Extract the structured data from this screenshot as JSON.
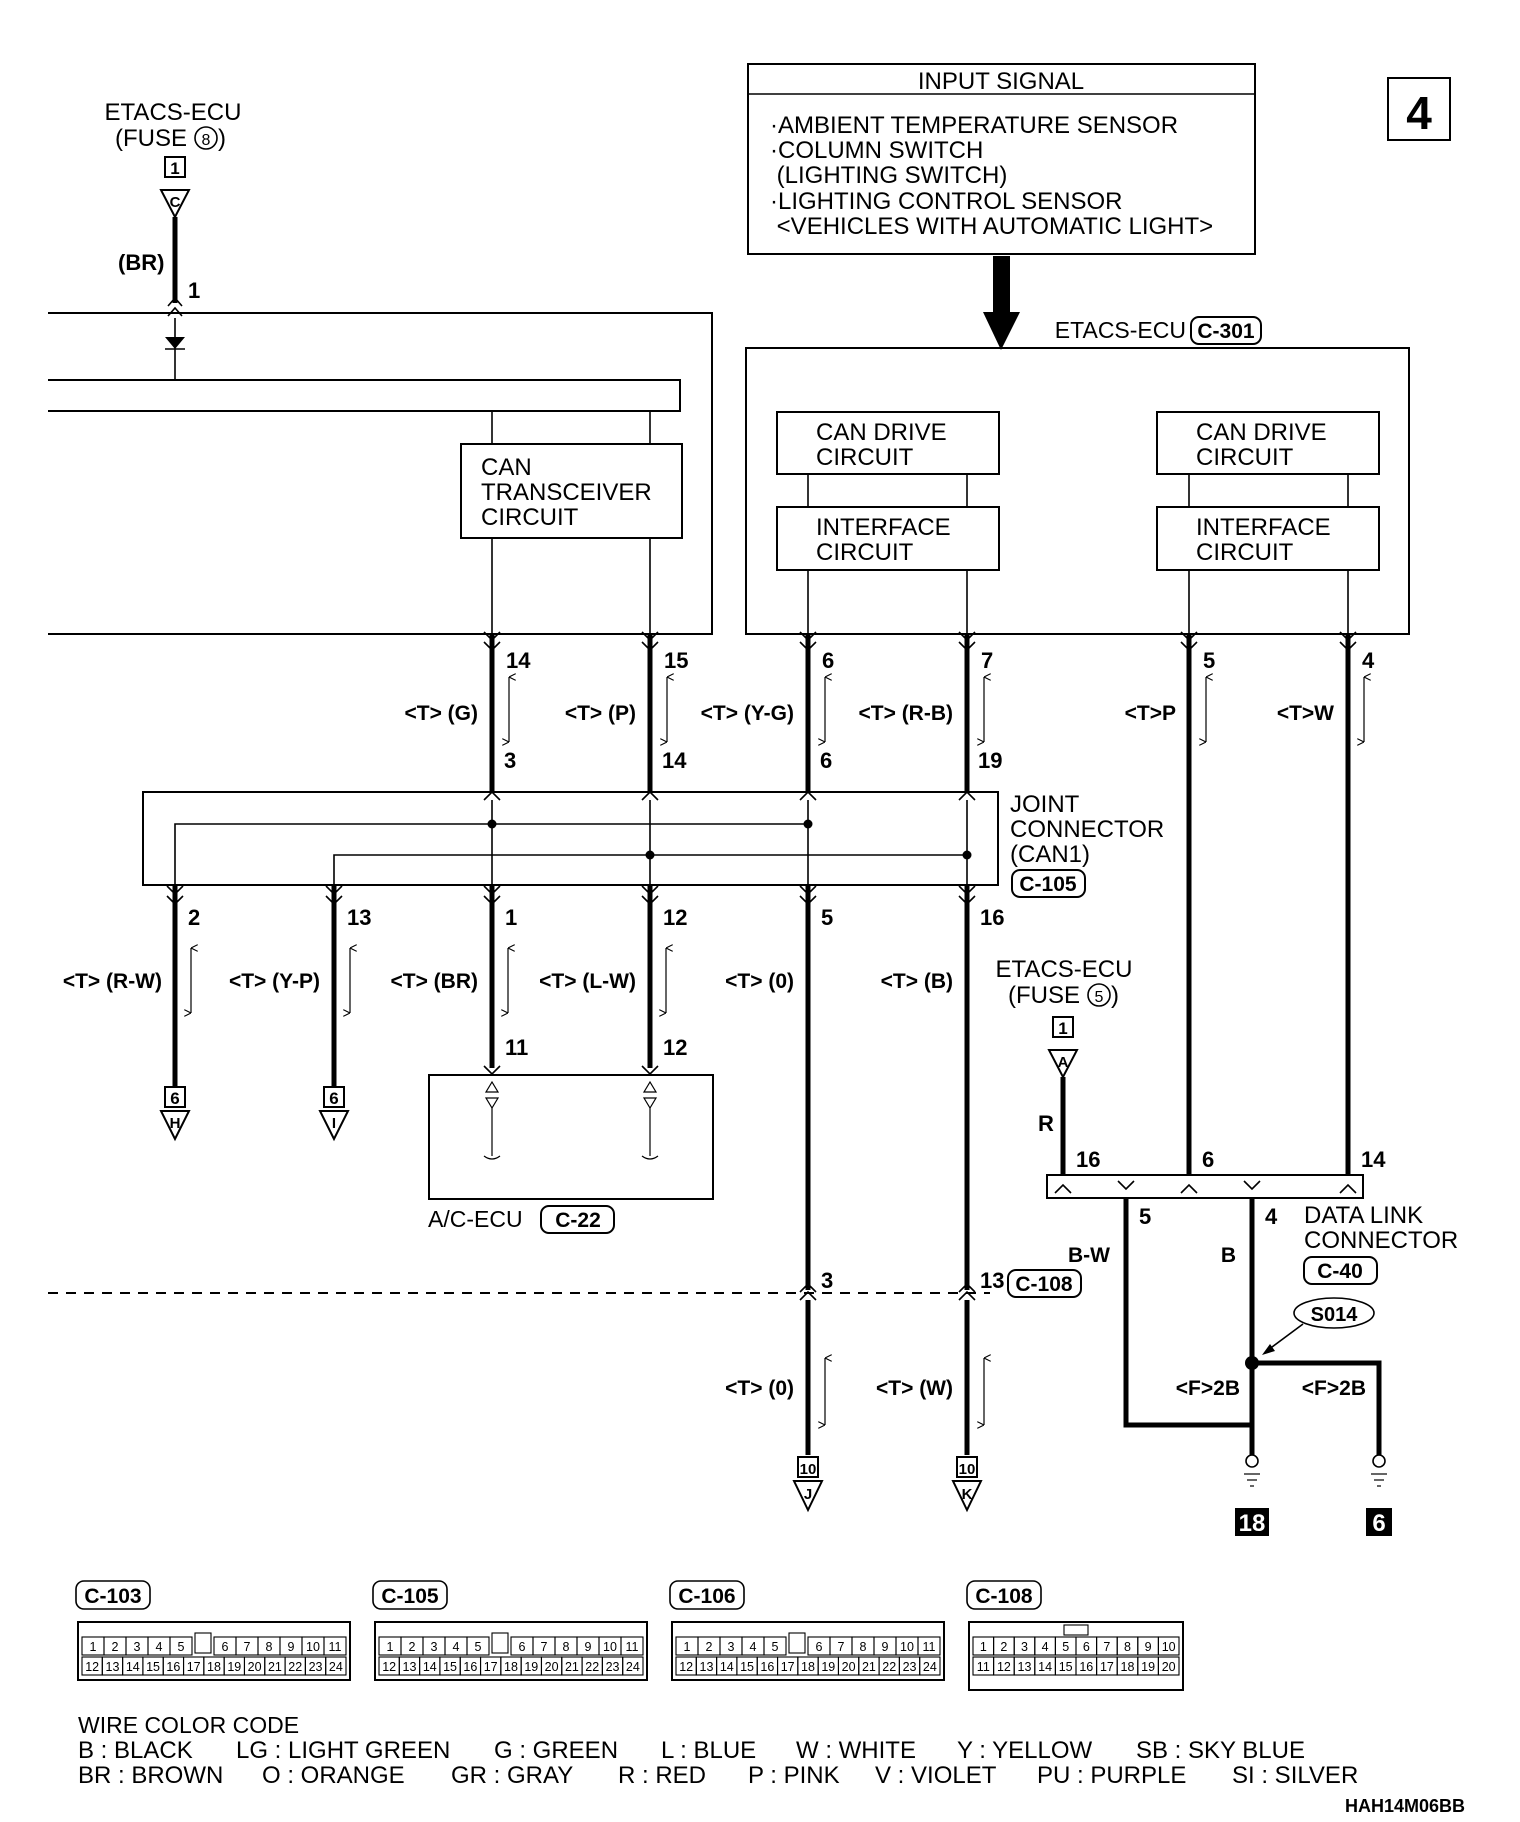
{
  "page_number": "4",
  "input_signal": {
    "title": "INPUT SIGNAL",
    "lines": [
      "·AMBIENT TEMPERATURE SENSOR",
      "·COLUMN SWITCH",
      " (LIGHTING SWITCH)",
      "·LIGHTING CONTROL SENSOR",
      " <VEHICLES WITH AUTOMATIC LIGHT>"
    ]
  },
  "fuse_top": {
    "ecu": "ETACS-ECU",
    "fuse": "(FUSE",
    "fuse_num": "8",
    "fuse_close": ")",
    "conn_num": "1",
    "conn_letter": "C",
    "wire": "(BR)",
    "pin": "1"
  },
  "can_transceiver": [
    "CAN",
    "TRANSCEIVER",
    "CIRCUIT"
  ],
  "etacs_ecu": {
    "label": "ETACS-ECU",
    "connector": "C-301"
  },
  "can_drive": [
    "CAN DRIVE",
    "CIRCUIT"
  ],
  "interface": [
    "INTERFACE",
    "CIRCUIT"
  ],
  "upper_pins": [
    "14",
    "15",
    "6",
    "7",
    "5",
    "4"
  ],
  "upper_wires": [
    "<T> (G)",
    "<T> (P)",
    "<T> (Y-G)",
    "<T> (R-B)",
    "<T>P",
    "<T>W"
  ],
  "joint_top_pins": [
    "3",
    "14",
    "6",
    "19"
  ],
  "joint_connector": {
    "lines": [
      "JOINT",
      "CONNECTOR",
      "(CAN1)"
    ],
    "connector": "C-105"
  },
  "joint_bottom_pins": [
    "2",
    "13",
    "1",
    "12",
    "5",
    "16"
  ],
  "lower_wires": [
    "<T> (R-W)",
    "<T> (Y-P)",
    "<T> (BR)",
    "<T> (L-W)",
    "<T> (0)",
    "<T> (B)"
  ],
  "ac_pins": [
    "11",
    "12"
  ],
  "ac_ecu": {
    "label": "A/C-ECU",
    "connector": "C-22"
  },
  "terminal_left": [
    {
      "num": "6",
      "letter": "H"
    },
    {
      "num": "6",
      "letter": "I"
    }
  ],
  "fuse_right": {
    "ecu": "ETACS-ECU",
    "fuse": "(FUSE",
    "fuse_num": "5",
    "fuse_close": ")",
    "conn_num": "1",
    "conn_letter": "A",
    "wire": "R"
  },
  "dlc": {
    "top_pins": [
      "16",
      "6",
      "14"
    ],
    "bottom_pins": [
      "5",
      "4"
    ],
    "wires": [
      "B-W",
      "B"
    ],
    "lines": [
      "DATA LINK",
      "CONNECTOR"
    ],
    "connector": "C-40"
  },
  "splice": "S014",
  "ground_wires": [
    "<F>2B",
    "<F>2B"
  ],
  "grounds": [
    "18",
    "6"
  ],
  "inline": {
    "pins": [
      "3",
      "13"
    ],
    "connector": "C-108"
  },
  "bottom_wires": [
    "<T> (0)",
    "<T> (W)"
  ],
  "terminal_bottom": [
    {
      "num": "10",
      "letter": "J"
    },
    {
      "num": "10",
      "letter": "K"
    }
  ],
  "connector_views": [
    {
      "name": "C-103",
      "top": [
        "1",
        "2",
        "3",
        "4",
        "5",
        "6",
        "7",
        "8",
        "9",
        "10",
        "11"
      ],
      "bottom": [
        "12",
        "13",
        "14",
        "15",
        "16",
        "17",
        "18",
        "19",
        "20",
        "21",
        "22",
        "23",
        "24"
      ]
    },
    {
      "name": "C-105",
      "top": [
        "1",
        "2",
        "3",
        "4",
        "5",
        "6",
        "7",
        "8",
        "9",
        "10",
        "11"
      ],
      "bottom": [
        "12",
        "13",
        "14",
        "15",
        "16",
        "17",
        "18",
        "19",
        "20",
        "21",
        "22",
        "23",
        "24"
      ]
    },
    {
      "name": "C-106",
      "top": [
        "1",
        "2",
        "3",
        "4",
        "5",
        "6",
        "7",
        "8",
        "9",
        "10",
        "11"
      ],
      "bottom": [
        "12",
        "13",
        "14",
        "15",
        "16",
        "17",
        "18",
        "19",
        "20",
        "21",
        "22",
        "23",
        "24"
      ]
    },
    {
      "name": "C-108",
      "top": [
        "1",
        "2",
        "3",
        "4",
        "5",
        "6",
        "7",
        "8",
        "9",
        "10"
      ],
      "bottom": [
        "11",
        "12",
        "13",
        "14",
        "15",
        "16",
        "17",
        "18",
        "19",
        "20"
      ]
    }
  ],
  "color_code": {
    "title": "WIRE COLOR CODE",
    "row1": [
      "B : BLACK",
      "LG : LIGHT GREEN",
      "G : GREEN",
      "L : BLUE",
      "W : WHITE",
      "Y : YELLOW",
      "SB : SKY BLUE"
    ],
    "row2": [
      "BR : BROWN",
      "O : ORANGE",
      "GR : GRAY",
      "R : RED",
      "P : PINK",
      "V : VIOLET",
      "PU : PURPLE",
      "SI : SILVER"
    ]
  },
  "figure_code": "HAH14M06BB"
}
